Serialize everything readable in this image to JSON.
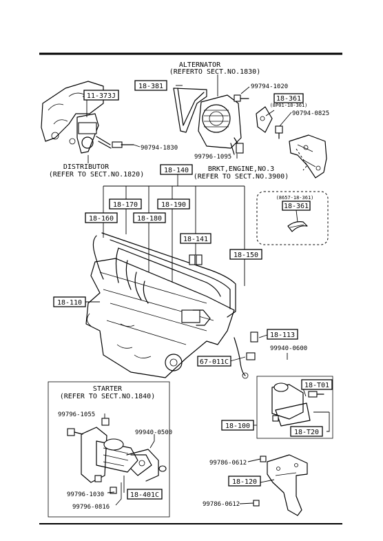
{
  "callouts": {
    "c_11_373j": "11-373J",
    "c_18_381": "18-381",
    "c_18_361": "18-361",
    "c_18_361_sub": "(8P01-18-361)",
    "c_18_140": "18-140",
    "c_18_170": "18-170",
    "c_18_190": "18-190",
    "c_18_160": "18-160",
    "c_18_180": "18-180",
    "c_18_141": "18-141",
    "c_18_150": "18-150",
    "c_18_110": "18-110",
    "c_18_113": "18-113",
    "c_67_011c": "67-011C",
    "c_18_t01": "18-T01",
    "c_18_100": "18-100",
    "c_18_t20": "18-T20",
    "c_18_120": "18-120",
    "c_18_401c": "18-401C",
    "c_18_361_inset": "18-361",
    "c_inset_sub": "(8657-18-361)"
  },
  "parts": {
    "p_99794_1020": "99794-1020",
    "p_90794_0825": "90794-0825",
    "p_90794_1830": "90794-1830",
    "p_99796_1095": "99796-1095",
    "p_99940_0600": "99940-0600",
    "p_99796_1055": "99796-1055",
    "p_99940_0500": "99940-0500",
    "p_99796_1030": "99796-1030",
    "p_99796_0816": "99796-0816",
    "p_99786_0612_a": "99786-0612",
    "p_99786_0612_b": "99786-0612"
  },
  "notes": {
    "alternator_1": "ALTERNATOR",
    "alternator_2": "(REFERTO SECT.NO.1830)",
    "distributor_1": "DISTRIBUTOR",
    "distributor_2": "(REFER TO SECT.NO.1820)",
    "brkt_1": "BRKT,ENGINE,NO.3",
    "brkt_2": "(REFER TO SECT.NO.3900)",
    "starter_1": "STARTER",
    "starter_2": "(REFER TO SECT.NO.1840)"
  }
}
